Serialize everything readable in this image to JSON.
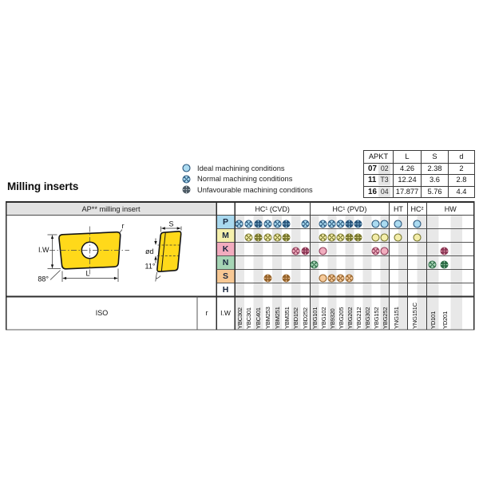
{
  "title": "Milling inserts",
  "legend": {
    "items": [
      {
        "icon": "ideal-circle-icon",
        "label": "Ideal machining conditions"
      },
      {
        "icon": "normal-pinwheel-icon",
        "label": "Normal machining conditions"
      },
      {
        "icon": "unfavourable-gear-icon",
        "label": "Unfavourable machining conditions"
      }
    ],
    "ideal_normal_light": "#abdbf1",
    "ideal_normal_dark": "#2a567c",
    "unfavourable_light": "#c2ccd3",
    "unfavourable_dark": "#4d5a64"
  },
  "spec_table": {
    "headers": [
      "APKT",
      "L",
      "S",
      "d"
    ],
    "rows": [
      {
        "size": "07",
        "sub": "02",
        "L": "4.26",
        "S": "2.38",
        "d": "2"
      },
      {
        "size": "11",
        "sub": "T3",
        "L": "12.24",
        "S": "3.6",
        "d": "2.8"
      },
      {
        "size": "16",
        "sub": "04",
        "L": "17.877",
        "S": "5.76",
        "d": "4.4"
      }
    ]
  },
  "table": {
    "corner_header": "AP** milling insert",
    "groups": [
      {
        "name": "HC¹ (CVD)",
        "columns": [
          "YBC302",
          "YBC301",
          "YBC401",
          "YBM253",
          "YBM251",
          "YBM351",
          "YBD152",
          "YBD252"
        ]
      },
      {
        "name": "HC¹ (PVD)",
        "columns": [
          "YBG101",
          "YBG102",
          "YB9320",
          "YBG205",
          "YBG202",
          "YBG212",
          "YBG302",
          "YBG152",
          "YBG252"
        ]
      },
      {
        "name": "HT",
        "columns": [
          "YNG151"
        ]
      },
      {
        "name": "HC²",
        "columns": [
          "YNG151C"
        ]
      },
      {
        "name": "HW",
        "columns": [
          "YD101",
          "YD201",
          "",
          ""
        ]
      }
    ],
    "cell_codes": {
      "i": "ideal",
      "n": "normal",
      "u": "unfavourable",
      ".": "empty"
    },
    "rows": [
      {
        "letter": "P",
        "color": "#a9d9ef",
        "icon_light": "#abdbf1",
        "icon_dark": "#2a567c",
        "cells": [
          "nnunnu.n",
          ".nnnuu.ii",
          "i",
          "i",
          "...."
        ]
      },
      {
        "letter": "M",
        "color": "#f5f0ad",
        "icon_light": "#f3eda9",
        "icon_dark": "#7a7930",
        "cells": [
          ".nunnu..",
          ".nnnuu.ii",
          "i",
          "i",
          "...."
        ]
      },
      {
        "letter": "K",
        "color": "#f2abbe",
        "icon_light": "#f1aebf",
        "icon_dark": "#8e3b58",
        "cells": [
          "......nu",
          ".i.....ni",
          ".",
          ".",
          ".u.."
        ]
      },
      {
        "letter": "N",
        "color": "#a6d5b5",
        "icon_light": "#a9d5b7",
        "icon_dark": "#2e6c47",
        "cells": [
          "........",
          "n........",
          ".",
          ".",
          "nu.."
        ]
      },
      {
        "letter": "S",
        "color": "#f7c894",
        "icon_light": "#f6ca9a",
        "icon_dark": "#96642c",
        "cells": [
          "...u.u..",
          ".innn....",
          ".",
          ".",
          "...."
        ]
      },
      {
        "letter": "H",
        "color": "#ffffff",
        "icon_light": "#dddddd",
        "icon_dark": "#555555",
        "cells": [
          "........",
          ".........",
          ".",
          ".",
          "...."
        ]
      }
    ],
    "footer": {
      "iso": "ISO",
      "r": "r",
      "iw": "I.W"
    }
  },
  "drawing": {
    "labels": {
      "iw": "I.W",
      "length": "L",
      "radius": "r",
      "corner_angle": "88°",
      "thickness": "S",
      "hole_diameter": "ød",
      "clearance_angle": "11°"
    }
  }
}
